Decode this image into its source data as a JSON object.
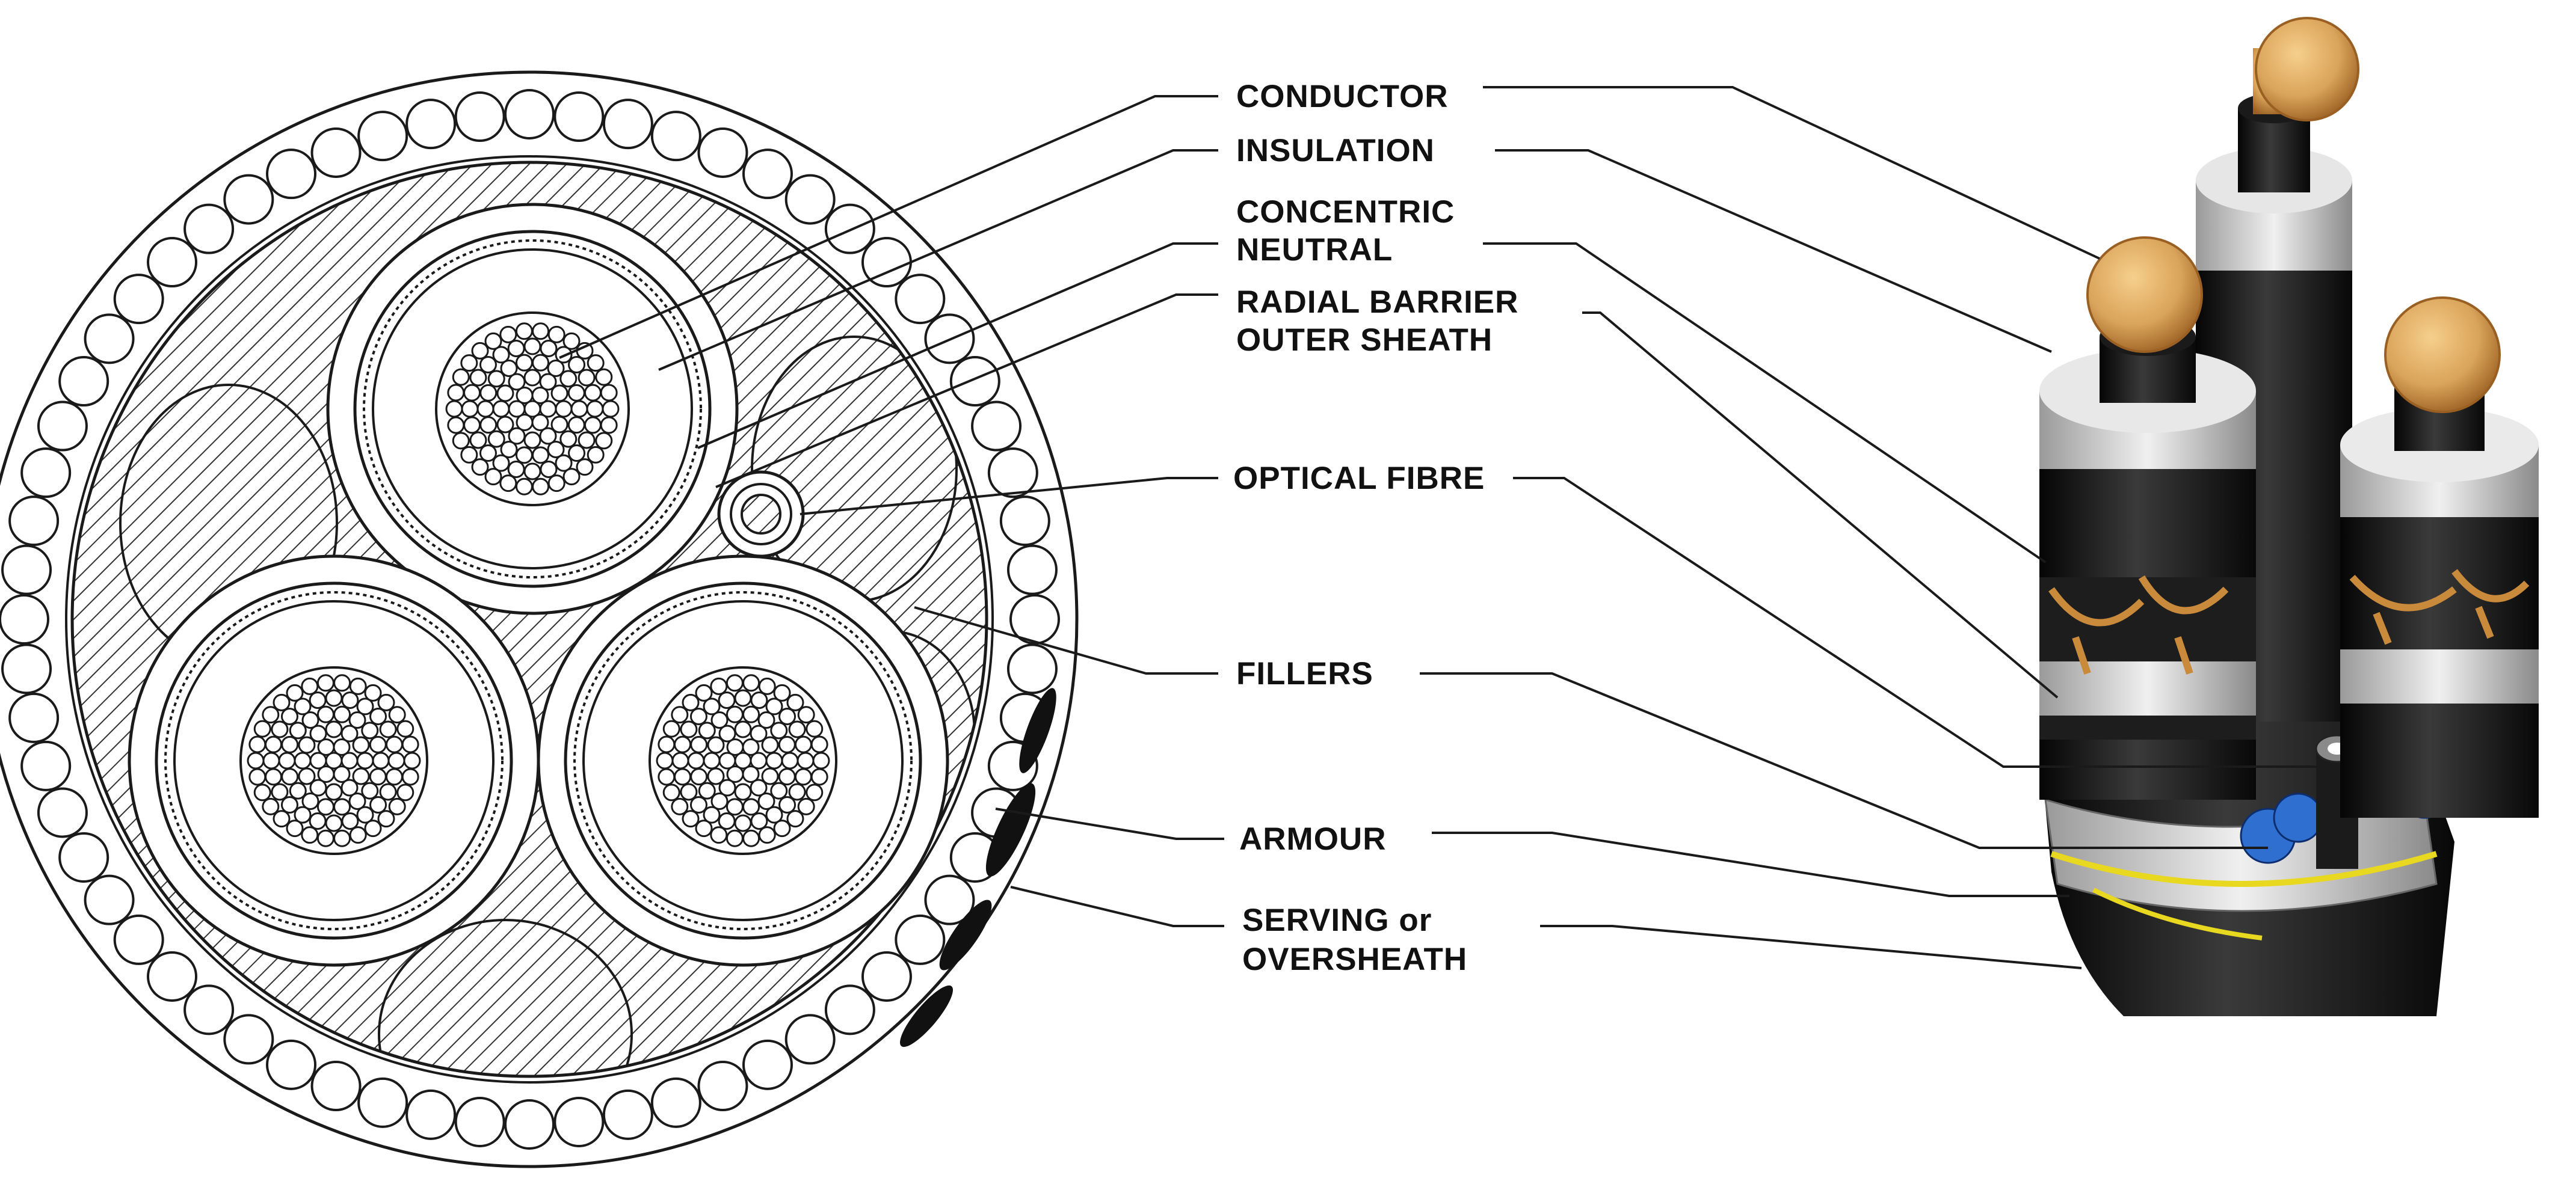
{
  "labels": {
    "conductor": "CONDUCTOR",
    "insulation": "INSULATION",
    "concentric_neutral": [
      "CONCENTRIC",
      "NEUTRAL"
    ],
    "radial_barrier": [
      "RADIAL BARRIER",
      "OUTER SHEATH"
    ],
    "optical_fibre": "OPTICAL FIBRE",
    "fillers": "FILLERS",
    "armour": "ARMOUR",
    "serving": [
      "SERVING or",
      "OVERSHEATH"
    ]
  },
  "colors": {
    "line": "#1a1a1a",
    "copper": "#d9a35a",
    "copper_dark": "#a86a2a",
    "jacket": "#161616",
    "insulation_screen": "#cfcfcf",
    "fibre_tube_blue": "#2f6fd0",
    "tape_yellow": "#e8d820"
  }
}
